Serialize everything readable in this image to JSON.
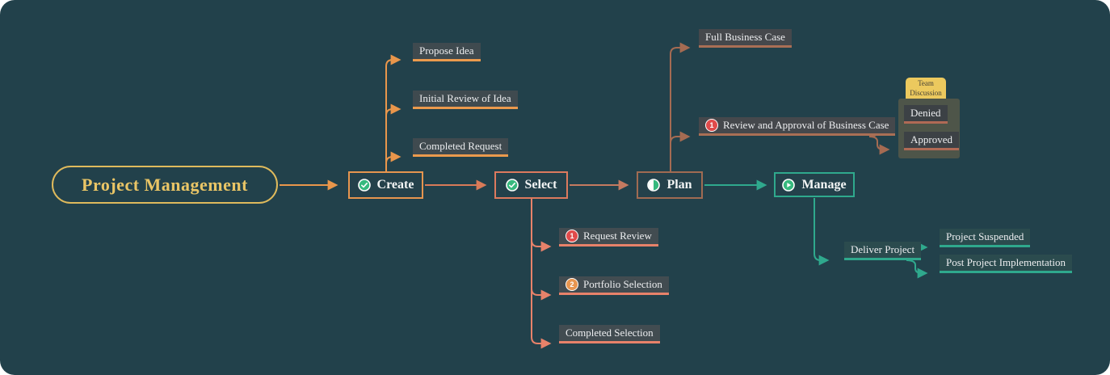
{
  "root": {
    "label": "Project Management"
  },
  "nodes": {
    "create": {
      "label": "Create",
      "status_icon": "task-done-icon"
    },
    "select": {
      "label": "Select",
      "status_icon": "task-done-icon"
    },
    "plan": {
      "label": "Plan",
      "status_icon": "task-half-done-icon"
    },
    "manage": {
      "label": "Manage",
      "status_icon": "task-started-icon"
    },
    "propose_idea": {
      "label": "Propose Idea"
    },
    "initial_review": {
      "label": "Initial Review of Idea"
    },
    "completed_request": {
      "label": "Completed Request"
    },
    "request_review": {
      "label": "Request Review",
      "priority": "1"
    },
    "portfolio_selection": {
      "label": "Portfolio Selection",
      "priority": "2"
    },
    "completed_selection": {
      "label": "Completed Selection"
    },
    "full_business_case": {
      "label": "Full Business Case"
    },
    "review_approval": {
      "label": "Review and Approval of Business Case",
      "priority": "1"
    },
    "team_discussion": {
      "label": "Team Discussion"
    },
    "denied": {
      "label": "Denied"
    },
    "approved": {
      "label": "Approved"
    },
    "deliver_project": {
      "label": "Deliver Project"
    },
    "project_suspended": {
      "label": "Project Suspended"
    },
    "post_project_implementation": {
      "label": "Post Project Implementation"
    }
  },
  "colors": {
    "background": "#22414b",
    "root_gold": "#e9c566",
    "branch_orange": "#e9964b",
    "branch_salmon": "#e8826a",
    "branch_brown": "#a56b52",
    "branch_teal": "#2fa98d",
    "status_green": "#36b97e",
    "priority_red": "#e14b4b",
    "priority_orange": "#e8954f",
    "note_yellow": "#ecc95e",
    "group_olive": "#4e5549"
  }
}
